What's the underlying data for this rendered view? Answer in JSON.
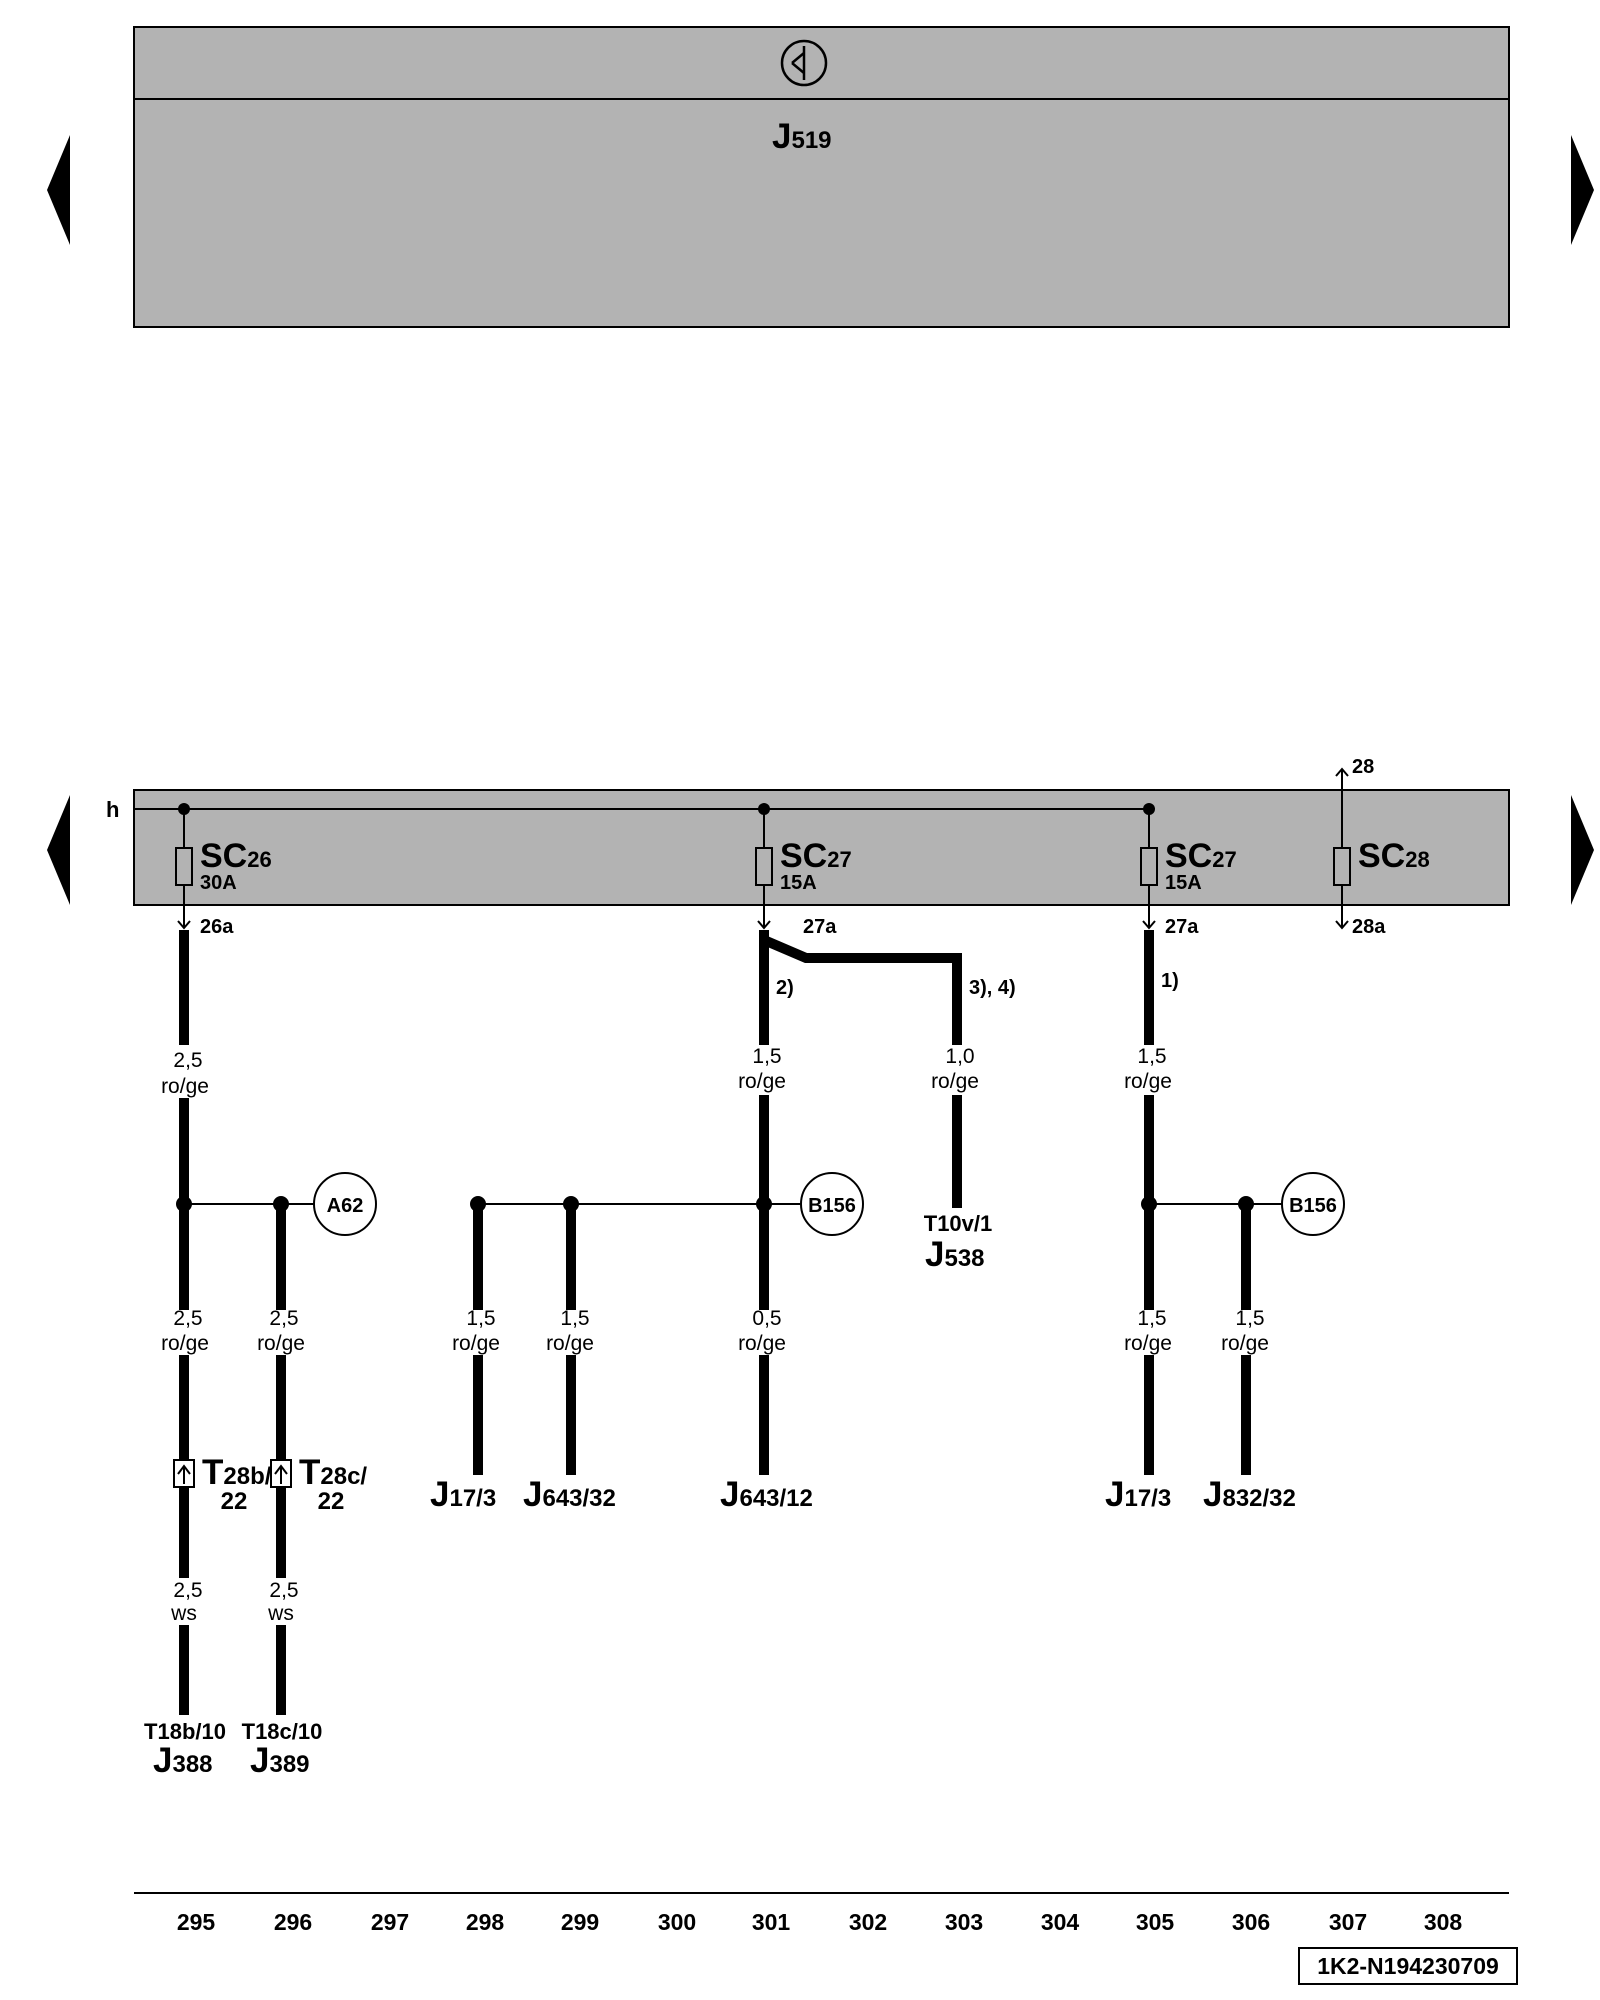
{
  "top_unit": {
    "letter": "J",
    "sub": "519"
  },
  "fuses": [
    {
      "letter": "SC",
      "sub": "26",
      "rating": "30A",
      "terminal": "26a"
    },
    {
      "letter": "SC",
      "sub": "27",
      "rating": "15A",
      "terminal": "27a"
    },
    {
      "letter": "SC",
      "sub": "27",
      "rating": "15A",
      "terminal": "27a"
    },
    {
      "letter": "SC",
      "sub": "28",
      "rating": "",
      "terminal": "28a",
      "top_terminal": "28"
    }
  ],
  "bus_label": "h",
  "notes": {
    "n2": "2)",
    "n34": "3), 4)",
    "n1": "1)"
  },
  "wires": {
    "w295a": {
      "size": "2,5",
      "color": "ro/ge"
    },
    "w301a": {
      "size": "1,5",
      "color": "ro/ge"
    },
    "w303": {
      "size": "1,0",
      "color": "ro/ge"
    },
    "w305a": {
      "size": "1,5",
      "color": "ro/ge"
    },
    "w295b": {
      "size": "2,5",
      "color": "ro/ge"
    },
    "w296b": {
      "size": "2,5",
      "color": "ro/ge"
    },
    "w298": {
      "size": "1,5",
      "color": "ro/ge"
    },
    "w299": {
      "size": "1,5",
      "color": "ro/ge"
    },
    "w301b": {
      "size": "0,5",
      "color": "ro/ge"
    },
    "w305b": {
      "size": "1,5",
      "color": "ro/ge"
    },
    "w306": {
      "size": "1,5",
      "color": "ro/ge"
    },
    "w295c": {
      "size": "2,5",
      "color": "ws"
    },
    "w296c": {
      "size": "2,5",
      "color": "ws"
    }
  },
  "splices": {
    "a62": "A62",
    "b156a": "B156",
    "b156b": "B156"
  },
  "connectors": {
    "t28b": {
      "name": "T",
      "sub": "28b/",
      "pin": "22"
    },
    "t28c": {
      "name": "T",
      "sub": "28c/",
      "pin": "22"
    }
  },
  "components": {
    "j388": {
      "pin": "T18b/10",
      "letter": "J",
      "sub": "388"
    },
    "j389": {
      "pin": "T18c/10",
      "letter": "J",
      "sub": "389"
    },
    "j17a": {
      "letter": "J",
      "sub": "17/3"
    },
    "j643a": {
      "letter": "J",
      "sub": "643/32"
    },
    "j643b": {
      "letter": "J",
      "sub": "643/12"
    },
    "j538": {
      "pin": "T10v/1",
      "letter": "J",
      "sub": "538"
    },
    "j17b": {
      "letter": "J",
      "sub": "17/3"
    },
    "j832": {
      "letter": "J",
      "sub": "832/32"
    }
  },
  "columns": [
    "295",
    "296",
    "297",
    "298",
    "299",
    "300",
    "301",
    "302",
    "303",
    "304",
    "305",
    "306",
    "307",
    "308"
  ],
  "diagram_id": "1K2-N194230709"
}
